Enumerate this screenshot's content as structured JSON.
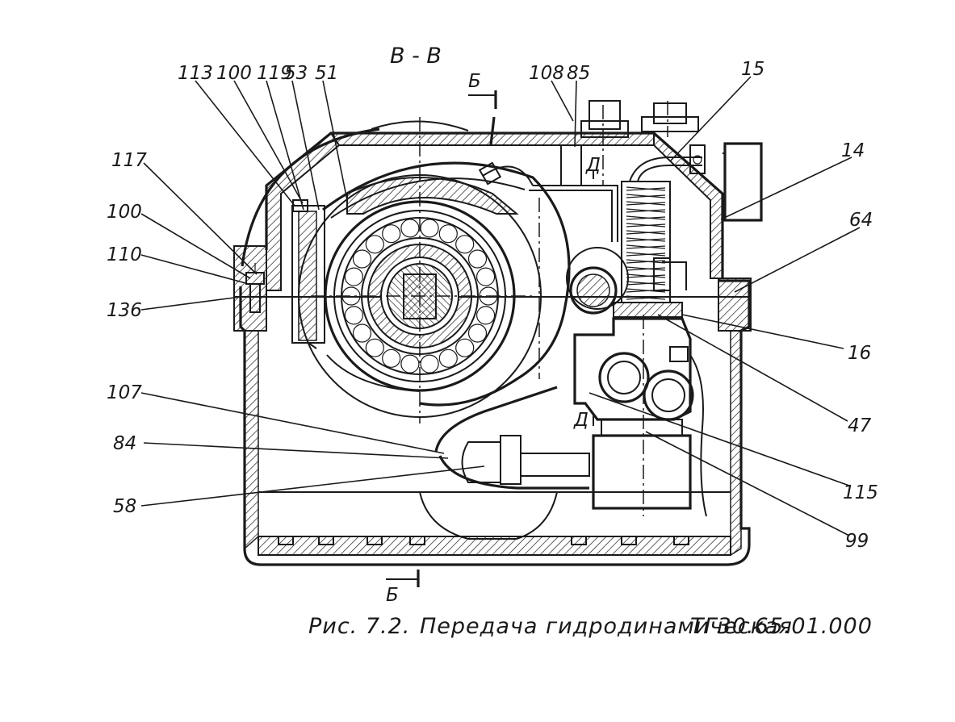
{
  "section_title": "В - В",
  "cut_mark_top": "Б",
  "cut_mark_bottom": "Б",
  "view_mark_top": "Д",
  "view_mark_bottom": "Д",
  "caption": {
    "fig": "Рис. 7.2.",
    "title": "Передача гидродинамическая",
    "code": "ТГ30.65.01.000"
  },
  "callouts": [
    {
      "id": "113",
      "text": "113"
    },
    {
      "id": "100a",
      "text": "100"
    },
    {
      "id": "119",
      "text": "119"
    },
    {
      "id": "53",
      "text": "53"
    },
    {
      "id": "51",
      "text": "51"
    },
    {
      "id": "108",
      "text": "108"
    },
    {
      "id": "85",
      "text": "85"
    },
    {
      "id": "15",
      "text": "15"
    },
    {
      "id": "117",
      "text": "117"
    },
    {
      "id": "14",
      "text": "14"
    },
    {
      "id": "100b",
      "text": "100"
    },
    {
      "id": "64",
      "text": "64"
    },
    {
      "id": "110",
      "text": "110"
    },
    {
      "id": "136",
      "text": "136"
    },
    {
      "id": "16",
      "text": "16"
    },
    {
      "id": "107",
      "text": "107"
    },
    {
      "id": "47",
      "text": "47"
    },
    {
      "id": "84",
      "text": "84"
    },
    {
      "id": "115",
      "text": "115"
    },
    {
      "id": "58",
      "text": "58"
    },
    {
      "id": "99",
      "text": "99"
    }
  ],
  "colors": {
    "ink": "#1a1a1a",
    "paper": "#ffffff"
  }
}
